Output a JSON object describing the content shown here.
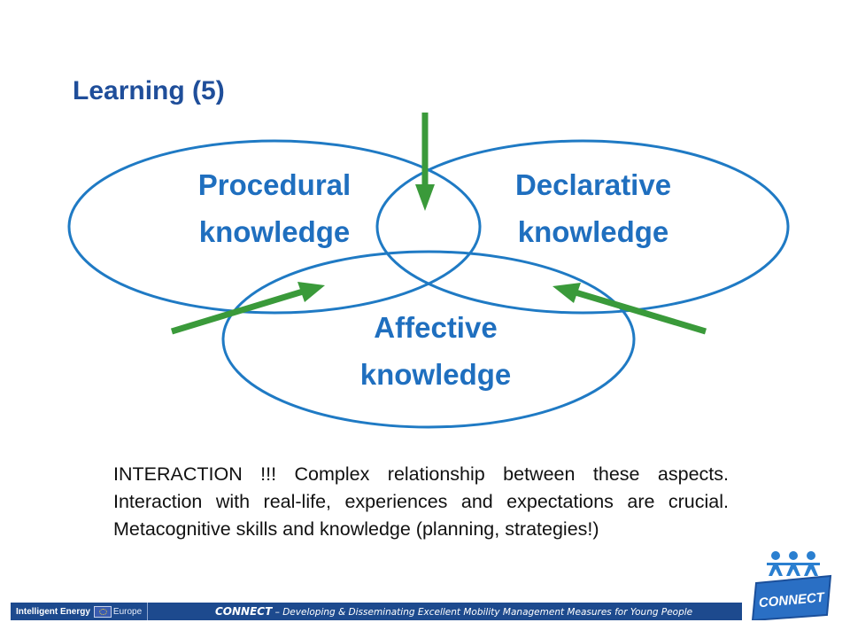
{
  "title": "Learning (5)",
  "diagram": {
    "circles": [
      {
        "line1": "Procedural",
        "line2": "knowledge"
      },
      {
        "line1": "Declarative",
        "line2": "knowledge"
      },
      {
        "line1": "Affective",
        "line2": "knowledge"
      }
    ],
    "circle_color": "#1f7ac4",
    "arrow_color": "#3a9a3a"
  },
  "body_text": "INTERACTION !!! Complex relationship between these aspects. Interaction with real-life, experiences and expectations are crucial.  Metacognitive skills and knowledge (planning, strategies!)",
  "footer": {
    "ie_label": "Intelligent Energy",
    "ie_europe": "Europe",
    "brand": "CONNECT",
    "tagline": " – Developing & Disseminating Excellent Mobility Management Measures for Young People"
  },
  "logo": {
    "text": "CONNECT",
    "icon": "three-people-icon"
  }
}
